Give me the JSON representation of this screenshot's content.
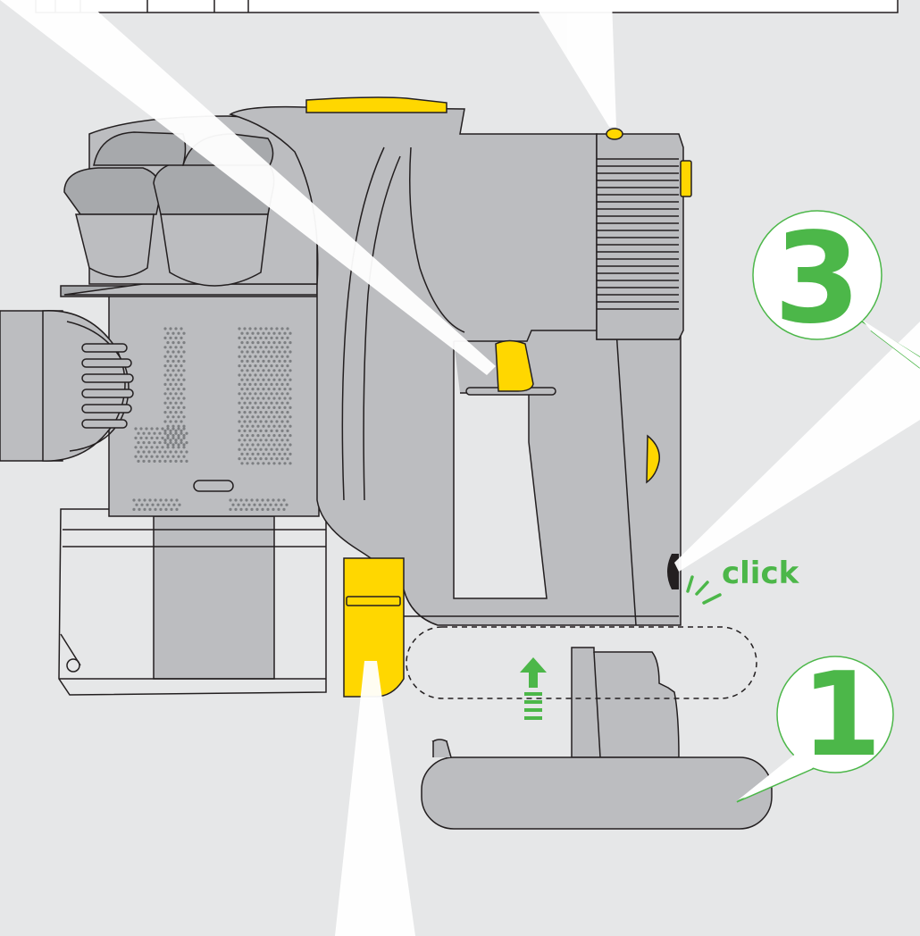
{
  "illustration": {
    "subject": "handheld-vacuum-battery-install",
    "colors": {
      "background": "#e6e7e8",
      "body_gray": "#bcbdc0",
      "body_gray_dark": "#a7a9ac",
      "outline": "#231f20",
      "accent_yellow": "#ffd700",
      "callout_green": "#4cb749",
      "spotlight": "#ffffff"
    }
  },
  "steps": [
    {
      "number": "1",
      "target": "battery-pack"
    },
    {
      "number": "3",
      "target": "battery-release-catch"
    }
  ],
  "click_label": "click",
  "icons": [
    "insert-up-arrow-icon",
    "click-sound-icon"
  ]
}
